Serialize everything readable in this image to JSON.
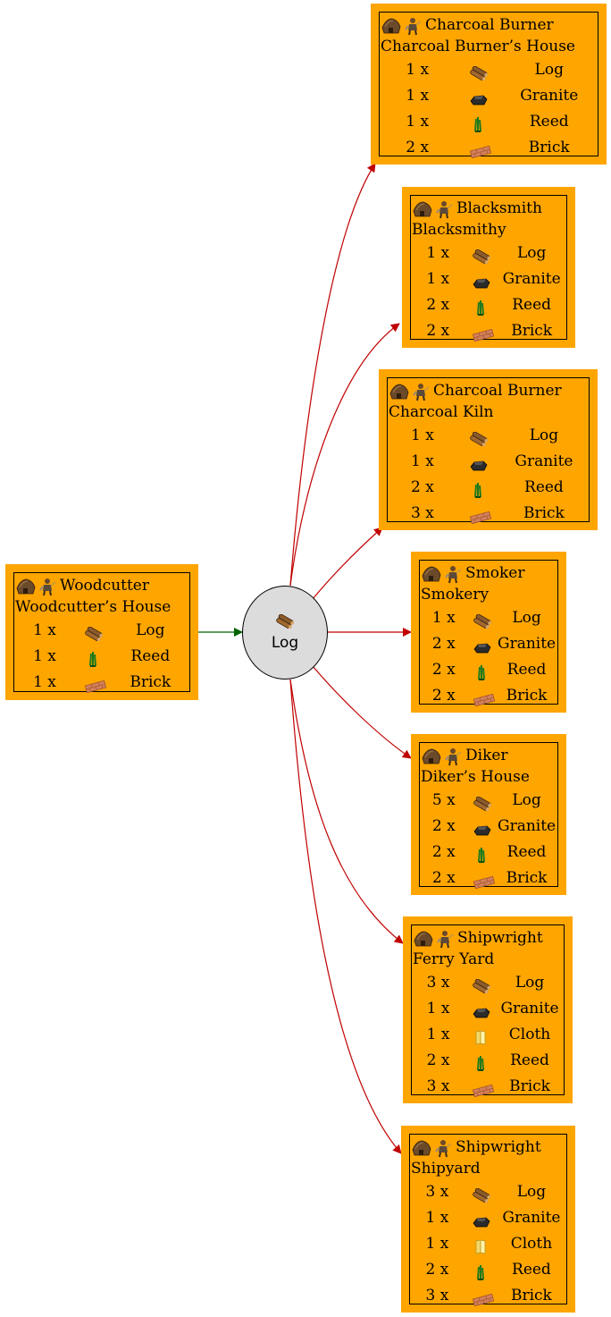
{
  "center": {
    "label": "Log",
    "icon": "log-icon"
  },
  "colors": {
    "box": "#ffa500",
    "input_edge": "#006400",
    "output_edge": "#c00000",
    "center_fill": "#dcdcdc"
  },
  "source": {
    "worker": "Woodcutter",
    "building": "Woodcutter’s House",
    "items": [
      {
        "qty": "1 x",
        "icon": "log-icon",
        "name": "Log"
      },
      {
        "qty": "1 x",
        "icon": "reed-icon",
        "name": "Reed"
      },
      {
        "qty": "1 x",
        "icon": "brick-icon",
        "name": "Brick"
      }
    ]
  },
  "consumers": [
    {
      "worker": "Charcoal Burner",
      "building": "Charcoal Burner’s House",
      "items": [
        {
          "qty": "1 x",
          "icon": "log-icon",
          "name": "Log"
        },
        {
          "qty": "1 x",
          "icon": "granite-icon",
          "name": "Granite"
        },
        {
          "qty": "1 x",
          "icon": "reed-icon",
          "name": "Reed"
        },
        {
          "qty": "2 x",
          "icon": "brick-icon",
          "name": "Brick"
        }
      ]
    },
    {
      "worker": "Blacksmith",
      "building": "Blacksmithy",
      "items": [
        {
          "qty": "1 x",
          "icon": "log-icon",
          "name": "Log"
        },
        {
          "qty": "1 x",
          "icon": "granite-icon",
          "name": "Granite"
        },
        {
          "qty": "2 x",
          "icon": "reed-icon",
          "name": "Reed"
        },
        {
          "qty": "2 x",
          "icon": "brick-icon",
          "name": "Brick"
        }
      ]
    },
    {
      "worker": "Charcoal Burner",
      "building": "Charcoal Kiln",
      "items": [
        {
          "qty": "1 x",
          "icon": "log-icon",
          "name": "Log"
        },
        {
          "qty": "1 x",
          "icon": "granite-icon",
          "name": "Granite"
        },
        {
          "qty": "2 x",
          "icon": "reed-icon",
          "name": "Reed"
        },
        {
          "qty": "3 x",
          "icon": "brick-icon",
          "name": "Brick"
        }
      ]
    },
    {
      "worker": "Smoker",
      "building": "Smokery",
      "items": [
        {
          "qty": "1 x",
          "icon": "log-icon",
          "name": "Log"
        },
        {
          "qty": "2 x",
          "icon": "granite-icon",
          "name": "Granite"
        },
        {
          "qty": "2 x",
          "icon": "reed-icon",
          "name": "Reed"
        },
        {
          "qty": "2 x",
          "icon": "brick-icon",
          "name": "Brick"
        }
      ]
    },
    {
      "worker": "Diker",
      "building": "Diker’s House",
      "items": [
        {
          "qty": "5 x",
          "icon": "log-icon",
          "name": "Log"
        },
        {
          "qty": "2 x",
          "icon": "granite-icon",
          "name": "Granite"
        },
        {
          "qty": "2 x",
          "icon": "reed-icon",
          "name": "Reed"
        },
        {
          "qty": "2 x",
          "icon": "brick-icon",
          "name": "Brick"
        }
      ]
    },
    {
      "worker": "Shipwright",
      "building": "Ferry Yard",
      "items": [
        {
          "qty": "3 x",
          "icon": "log-icon",
          "name": "Log"
        },
        {
          "qty": "1 x",
          "icon": "granite-icon",
          "name": "Granite"
        },
        {
          "qty": "1 x",
          "icon": "cloth-icon",
          "name": "Cloth"
        },
        {
          "qty": "2 x",
          "icon": "reed-icon",
          "name": "Reed"
        },
        {
          "qty": "3 x",
          "icon": "brick-icon",
          "name": "Brick"
        }
      ]
    },
    {
      "worker": "Shipwright",
      "building": "Shipyard",
      "items": [
        {
          "qty": "3 x",
          "icon": "log-icon",
          "name": "Log"
        },
        {
          "qty": "1 x",
          "icon": "granite-icon",
          "name": "Granite"
        },
        {
          "qty": "1 x",
          "icon": "cloth-icon",
          "name": "Cloth"
        },
        {
          "qty": "2 x",
          "icon": "reed-icon",
          "name": "Reed"
        },
        {
          "qty": "3 x",
          "icon": "brick-icon",
          "name": "Brick"
        }
      ]
    }
  ]
}
